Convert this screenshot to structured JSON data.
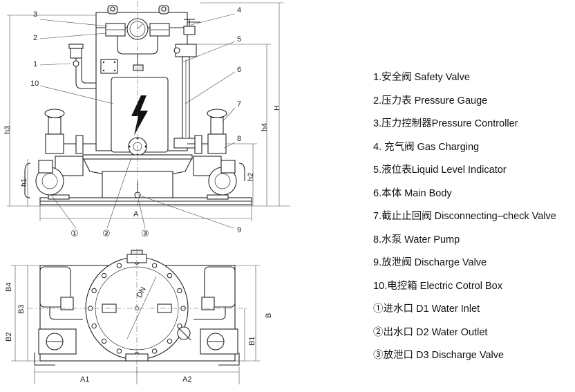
{
  "diagram": {
    "callouts_front": [
      "1",
      "2",
      "3",
      "4",
      "5",
      "6",
      "7",
      "8",
      "9",
      "10"
    ],
    "circled_front": [
      "①",
      "②",
      "③"
    ],
    "dims_front": {
      "A": "A",
      "H": "H",
      "h1": "h1",
      "h2": "h2",
      "h3": "h3",
      "h4": "h4"
    },
    "dims_top": {
      "A1": "A1",
      "A2": "A2",
      "B": "B",
      "B1": "B1",
      "B2": "B2",
      "B3": "B3",
      "B4": "B4"
    },
    "manhole_label": "DN"
  },
  "legend": [
    "1.安全阀 Safety Valve",
    "2.压力表 Pressure Gauge",
    "3.压力控制器Pressure Controller",
    "4. 充气阀 Gas Charging",
    "5.液位表Liquid Level Indicator",
    "6.本体 Main Body",
    "7.截止止回阀 Disconnecting–check Valve",
    "8.水泵 Water Pump",
    "9.放泄阀 Discharge Valve",
    "10.电控箱 Electric Cotrol Box",
    "①进水口 D1 Water Inlet",
    "②出水口 D2 Water Outlet",
    "③放泄口 D3 Discharge Valve"
  ]
}
